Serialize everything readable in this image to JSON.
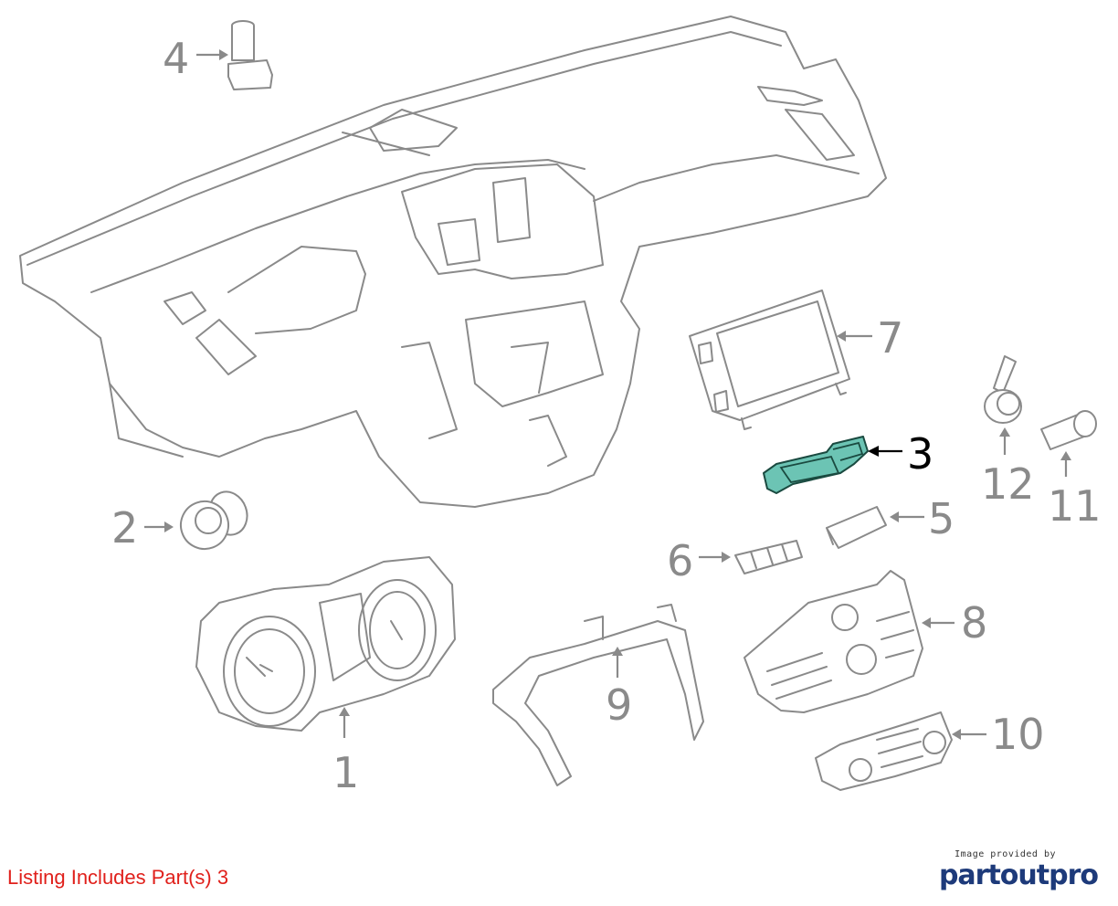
{
  "diagram": {
    "highlight_color": "#6cc4b4",
    "callouts": [
      {
        "id": "1",
        "label": "1",
        "highlighted": false
      },
      {
        "id": "2",
        "label": "2",
        "highlighted": false
      },
      {
        "id": "3",
        "label": "3",
        "highlighted": true
      },
      {
        "id": "4",
        "label": "4",
        "highlighted": false
      },
      {
        "id": "5",
        "label": "5",
        "highlighted": false
      },
      {
        "id": "6",
        "label": "6",
        "highlighted": false
      },
      {
        "id": "7",
        "label": "7",
        "highlighted": false
      },
      {
        "id": "8",
        "label": "8",
        "highlighted": false
      },
      {
        "id": "9",
        "label": "9",
        "highlighted": false
      },
      {
        "id": "10",
        "label": "10",
        "highlighted": false
      },
      {
        "id": "11",
        "label": "11",
        "highlighted": false
      },
      {
        "id": "12",
        "label": "12",
        "highlighted": false
      }
    ]
  },
  "footer": {
    "listing_text": "Listing Includes Part(s) 3",
    "listing_color": "#e0201b",
    "credit_small": "Image provided by",
    "credit_logo": "partoutpro"
  }
}
